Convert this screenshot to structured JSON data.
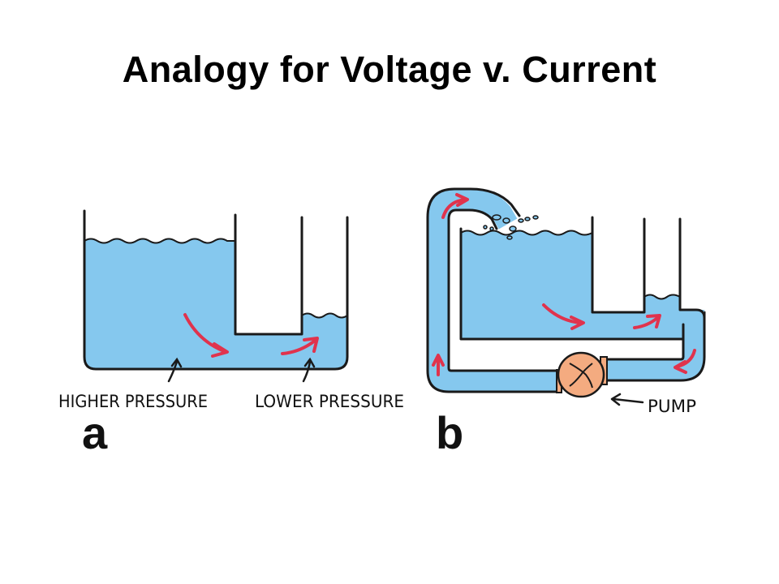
{
  "slide": {
    "title": "Analogy for Voltage v. Current"
  },
  "panel_a": {
    "letter": "a",
    "label_left": "HIGHER PRESSURE",
    "label_right": "LOWER PRESSURE"
  },
  "panel_b": {
    "letter": "b",
    "pump_label": "PUMP"
  },
  "colors": {
    "water": "#85c8ee",
    "arrow": "#e0334d",
    "pump": "#f4ab80",
    "outline": "#1a1a1a"
  }
}
